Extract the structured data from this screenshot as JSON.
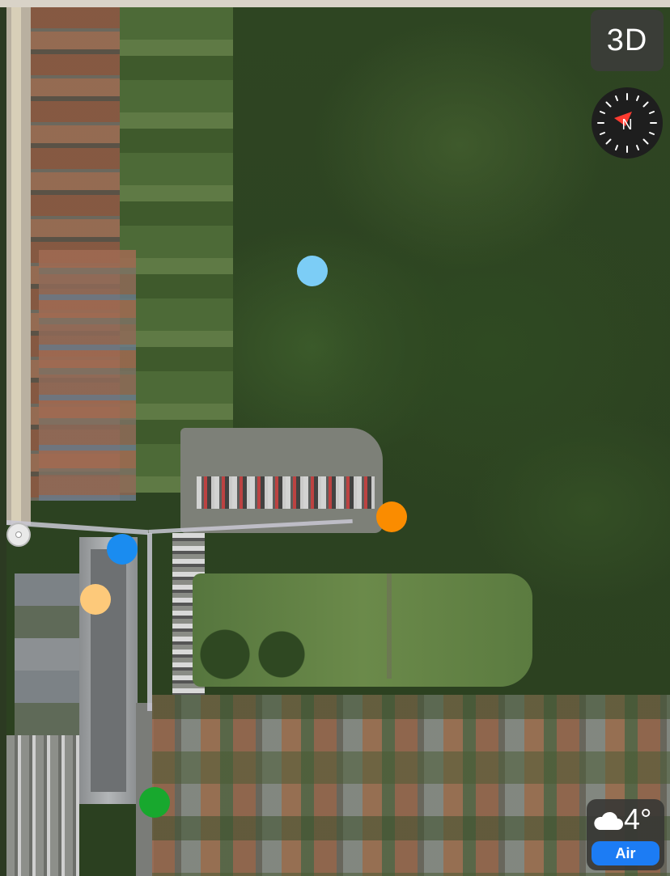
{
  "map": {
    "view_mode_button": "3D",
    "compass": {
      "icon": "compass-icon",
      "needle_color": "#ff3b30"
    },
    "pois": [
      {
        "name": "poi-light-blue",
        "color": "#7ccdf6"
      },
      {
        "name": "poi-orange",
        "color": "#fa8c00"
      },
      {
        "name": "poi-blue",
        "color": "#1a8cf0"
      },
      {
        "name": "poi-peach",
        "color": "#fdc97a"
      },
      {
        "name": "poi-green",
        "color": "#18a82e"
      }
    ],
    "location_marker": {
      "icon": "location-dot-icon"
    }
  },
  "weather": {
    "icon": "cloud-icon",
    "temperature": "4°",
    "air_label": "Air"
  }
}
